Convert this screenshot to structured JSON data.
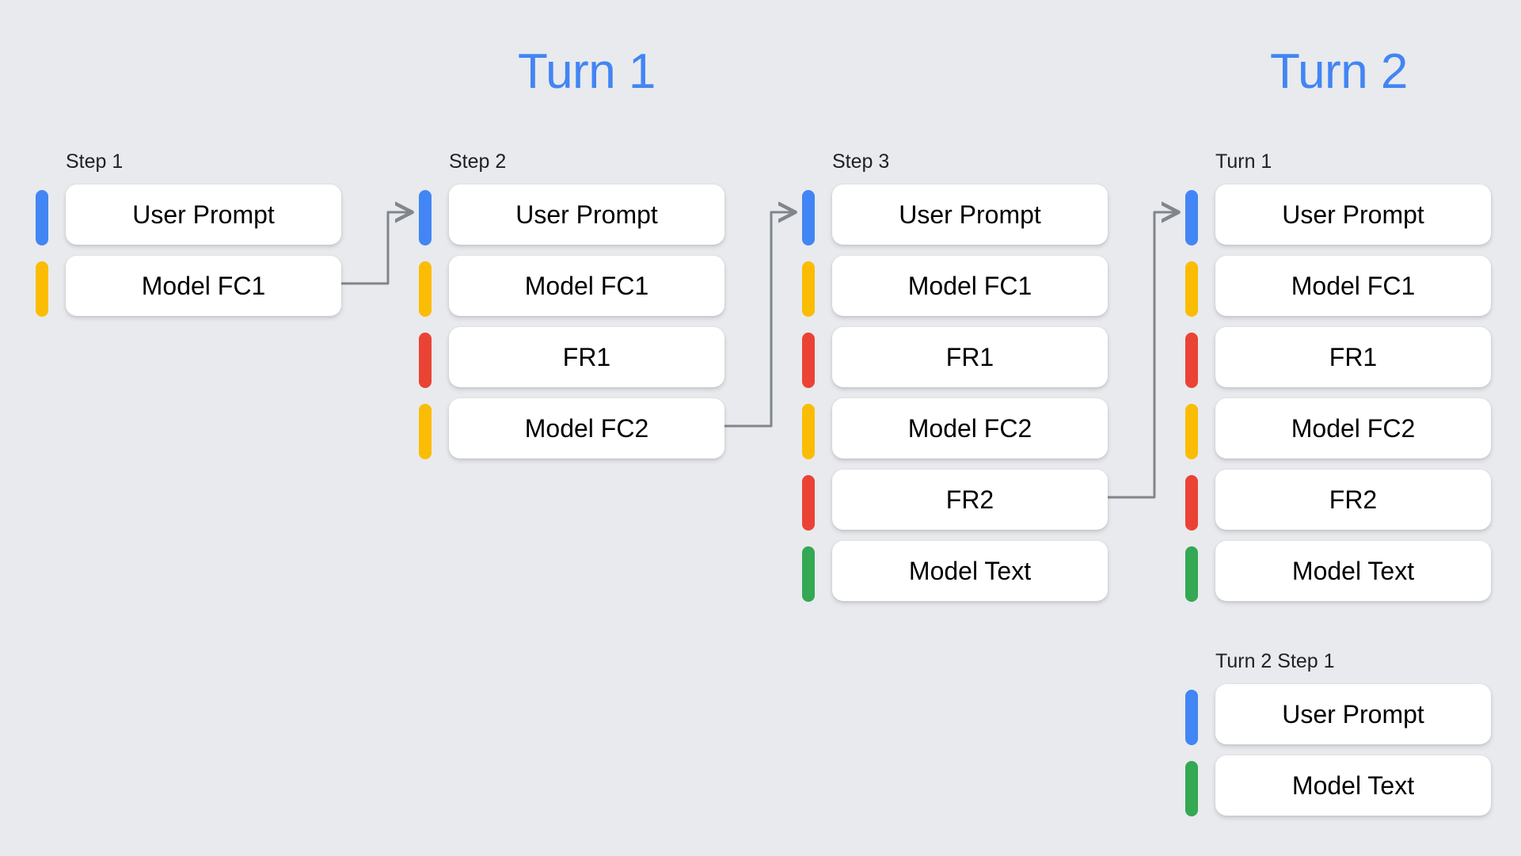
{
  "page": {
    "background_color": "#e8eaed",
    "headers": [
      {
        "label": "Turn 1"
      },
      {
        "label": "Turn 2"
      }
    ]
  },
  "palette": {
    "blue": "#4285f4",
    "yellow": "#fbbc04",
    "red": "#ea4335",
    "green": "#34a853",
    "accent_text": "#4285f4",
    "box_background": "#ffffff",
    "text": "#000000",
    "connector": "#80868b"
  },
  "columns": [
    {
      "id": "step1",
      "label": "Step 1",
      "rows": [
        {
          "label": "User Prompt",
          "color": "blue"
        },
        {
          "label": "Model FC1",
          "color": "yellow"
        }
      ]
    },
    {
      "id": "step2",
      "label": "Step 2",
      "rows": [
        {
          "label": "User Prompt",
          "color": "blue"
        },
        {
          "label": "Model FC1",
          "color": "yellow"
        },
        {
          "label": "FR1",
          "color": "red"
        },
        {
          "label": "Model FC2",
          "color": "yellow"
        }
      ]
    },
    {
      "id": "step3",
      "label": "Step 3",
      "rows": [
        {
          "label": "User Prompt",
          "color": "blue"
        },
        {
          "label": "Model FC1",
          "color": "yellow"
        },
        {
          "label": "FR1",
          "color": "red"
        },
        {
          "label": "Model FC2",
          "color": "yellow"
        },
        {
          "label": "FR2",
          "color": "red"
        },
        {
          "label": "Model Text",
          "color": "green"
        }
      ]
    },
    {
      "id": "turn2-t1",
      "label": "Turn 1",
      "rows": [
        {
          "label": "User Prompt",
          "color": "blue"
        },
        {
          "label": "Model FC1",
          "color": "yellow"
        },
        {
          "label": "FR1",
          "color": "red"
        },
        {
          "label": "Model FC2",
          "color": "yellow"
        },
        {
          "label": "FR2",
          "color": "red"
        },
        {
          "label": "Model Text",
          "color": "green"
        }
      ]
    },
    {
      "id": "turn2-s1",
      "label": "Turn 2 Step 1",
      "rows": [
        {
          "label": "User Prompt",
          "color": "blue"
        },
        {
          "label": "Model Text",
          "color": "green"
        }
      ]
    }
  ],
  "connectors": [
    {
      "id": "step1-to-step2",
      "from": "step1.Model FC1",
      "to": "step2.User Prompt"
    },
    {
      "id": "step2-to-step3",
      "from": "step2.Model FC2",
      "to": "step3.User Prompt"
    },
    {
      "id": "step3-to-turn2",
      "from": "step3.FR2",
      "to": "turn2-t1.User Prompt"
    }
  ]
}
